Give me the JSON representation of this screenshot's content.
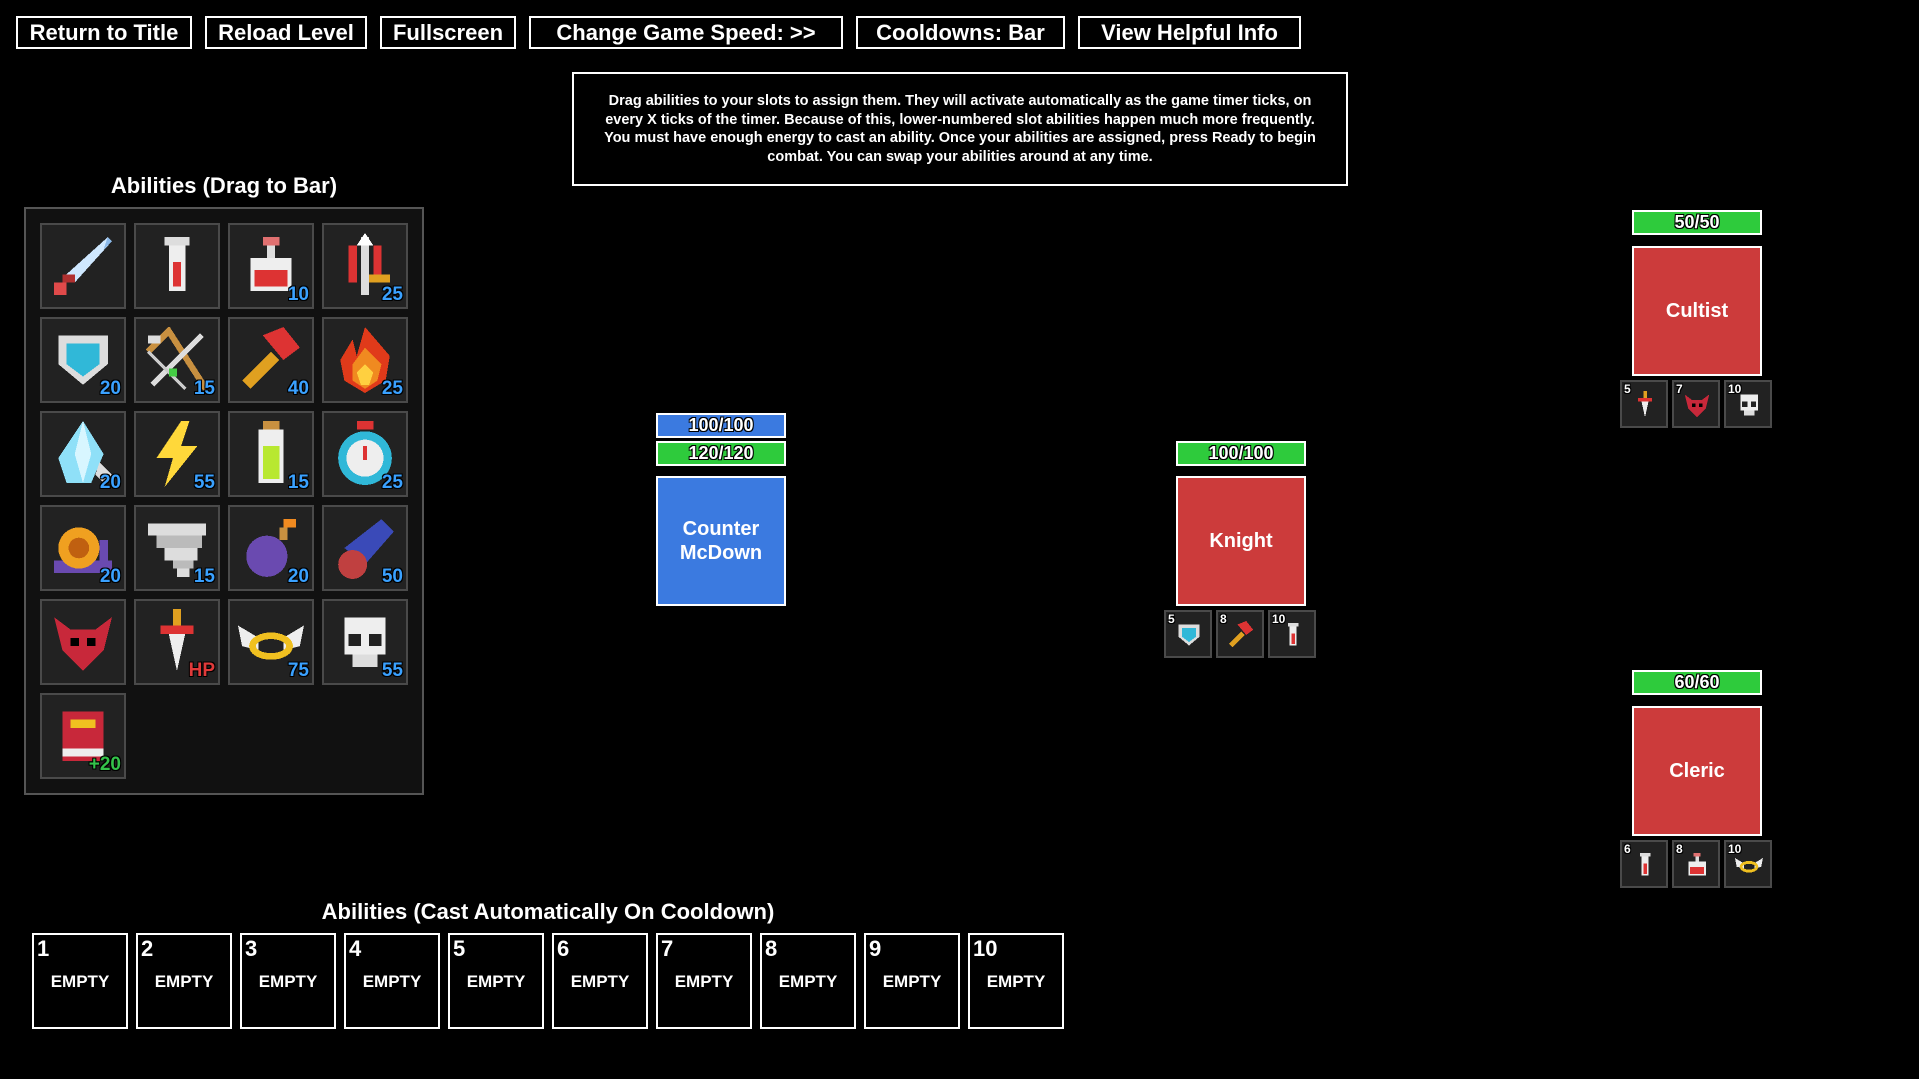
{
  "toolbar": {
    "return_title": "Return to Title",
    "reload_level": "Reload Level",
    "fullscreen": "Fullscreen",
    "game_speed": "Change Game Speed: >>",
    "cooldowns": "Cooldowns: Bar",
    "helpful_info": "View Helpful Info"
  },
  "info_text": "Drag abilities to your slots to assign them. They will activate automatically as the game timer ticks, on every X ticks of the timer. Because of this, lower-numbered slot abilities happen much more frequently. You must have enough energy to cast an ability. Once your abilities are assigned, press Ready to begin combat. You can swap your abilities around at any time.",
  "palette": {
    "title": "Abilities (Drag to Bar)",
    "items": [
      {
        "icon": "sword-icon",
        "cost": ""
      },
      {
        "icon": "vial-icon",
        "cost": ""
      },
      {
        "icon": "potion-icon",
        "cost": "10"
      },
      {
        "icon": "spear-icon",
        "cost": "25"
      },
      {
        "icon": "shield-icon",
        "cost": "20"
      },
      {
        "icon": "crossbow-icon",
        "cost": "15"
      },
      {
        "icon": "hammer-icon",
        "cost": "40"
      },
      {
        "icon": "fire-icon",
        "cost": "25"
      },
      {
        "icon": "crystal-icon",
        "cost": "20"
      },
      {
        "icon": "lightning-icon",
        "cost": "55"
      },
      {
        "icon": "green-vial-icon",
        "cost": "15"
      },
      {
        "icon": "stopwatch-icon",
        "cost": "25"
      },
      {
        "icon": "snail-icon",
        "cost": "20"
      },
      {
        "icon": "tornado-icon",
        "cost": "15"
      },
      {
        "icon": "bomb-icon",
        "cost": "20"
      },
      {
        "icon": "cannon-icon",
        "cost": "50"
      },
      {
        "icon": "demon-icon",
        "cost": ""
      },
      {
        "icon": "blood-dagger-icon",
        "cost": "HP"
      },
      {
        "icon": "halo-icon",
        "cost": "75"
      },
      {
        "icon": "skull-icon",
        "cost": "55"
      },
      {
        "icon": "book-icon",
        "cost": "+20"
      }
    ]
  },
  "player": {
    "name": "Counter McDown",
    "energy": "100/100",
    "health": "120/120"
  },
  "enemies": [
    {
      "name": "Knight",
      "health": "100/100",
      "abilities": [
        {
          "num": "5",
          "icon": "shield-icon"
        },
        {
          "num": "8",
          "icon": "hammer-icon"
        },
        {
          "num": "10",
          "icon": "vial-icon"
        }
      ]
    },
    {
      "name": "Cultist",
      "health": "50/50",
      "abilities": [
        {
          "num": "5",
          "icon": "blood-dagger-icon"
        },
        {
          "num": "7",
          "icon": "demon-icon"
        },
        {
          "num": "10",
          "icon": "skull-icon"
        }
      ]
    },
    {
      "name": "Cleric",
      "health": "60/60",
      "abilities": [
        {
          "num": "6",
          "icon": "vial-icon"
        },
        {
          "num": "8",
          "icon": "potion-icon"
        },
        {
          "num": "10",
          "icon": "halo-icon"
        }
      ]
    }
  ],
  "ability_bar": {
    "title": "Abilities (Cast Automatically On Cooldown)",
    "slots": [
      {
        "num": "1",
        "label": "EMPTY"
      },
      {
        "num": "2",
        "label": "EMPTY"
      },
      {
        "num": "3",
        "label": "EMPTY"
      },
      {
        "num": "4",
        "label": "EMPTY"
      },
      {
        "num": "5",
        "label": "EMPTY"
      },
      {
        "num": "6",
        "label": "EMPTY"
      },
      {
        "num": "7",
        "label": "EMPTY"
      },
      {
        "num": "8",
        "label": "EMPTY"
      },
      {
        "num": "9",
        "label": "EMPTY"
      },
      {
        "num": "10",
        "label": "EMPTY"
      }
    ]
  },
  "colors": {
    "background": "#000000",
    "energy_bar": "#3b7ae0",
    "health_bar": "#2ecb3c",
    "player_unit": "#3b7ae0",
    "enemy_unit": "#cc3b3b",
    "cost_text": "#3aa1ff"
  }
}
